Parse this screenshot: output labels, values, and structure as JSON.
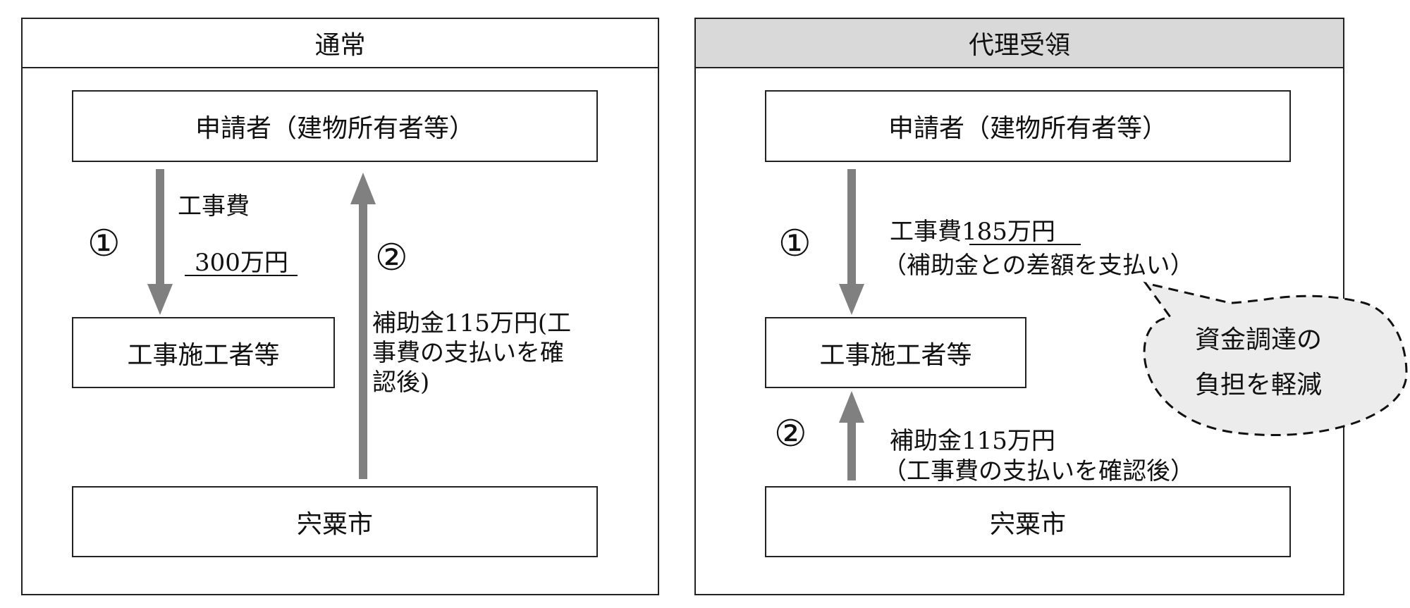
{
  "normal": {
    "title": "通常",
    "applicant": "申請者（建物所有者等）",
    "contractor": "工事施工者等",
    "city": "宍粟市",
    "step1": "①",
    "step2": "②",
    "cost_label": "工事費",
    "cost_amount": "300万円",
    "subsidy_line1": "補助金115万円(工",
    "subsidy_line2": "事費の支払いを確",
    "subsidy_line3": "認後)"
  },
  "proxy": {
    "title": "代理受領",
    "applicant": "申請者（建物所有者等）",
    "contractor": "工事施工者等",
    "city": "宍粟市",
    "step1": "①",
    "step2": "②",
    "cost_label": "工事費",
    "cost_amount": "185万円",
    "cost_note": "（補助金との差額を支払い）",
    "subsidy_amount": "補助金115万円",
    "subsidy_note": "（工事費の支払いを確認後）",
    "bubble_line1": "資金調達の",
    "bubble_line2": "負担を軽減"
  },
  "colors": {
    "arrow": "#808080",
    "header_shade": "#d9d9d9",
    "bubble_fill": "#ececec"
  }
}
